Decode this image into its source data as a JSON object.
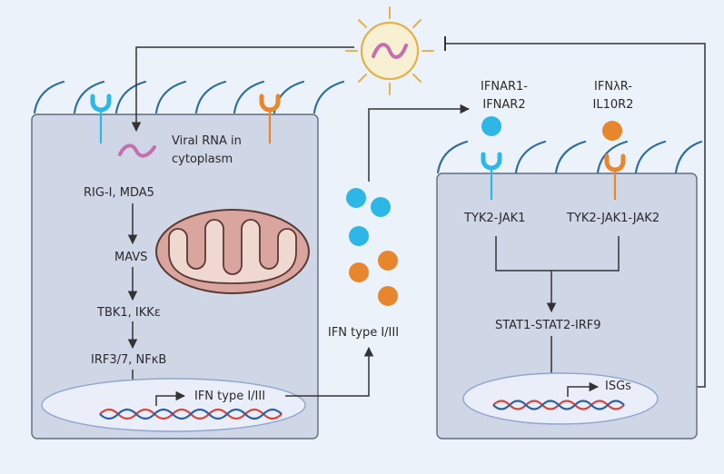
{
  "left_cell": {
    "viral_rna": "Viral RNA in cytoplasm",
    "pathway": [
      "RIG-I, MDA5",
      "MAVS",
      "TBK1, IKKε",
      "IRF3/7, NFκB"
    ],
    "nucleus_gene": "IFN type I/III"
  },
  "secreted_label": "IFN type I/III",
  "right_cell": {
    "receptor_1": "IFNAR1-IFNAR2",
    "receptor_2": "IFNλR-IL10R2",
    "kinase_1": "TYK2-JAK1",
    "kinase_2": "TYK2-JAK1-JAK2",
    "complex": "STAT1-STAT2-IRF9",
    "nucleus_gene": "ISGs"
  },
  "colors": {
    "background": "#ecf2fa",
    "cell_fill": "#cfd6e6",
    "cell_stroke": "#5f6b86",
    "nucleus_fill": "#e9eef8",
    "membrane_hair": "#2f6e9c",
    "ifn_type1": "#2cb7e6",
    "ifn_type3": "#e8862e",
    "mito_outer": "#d9a59e",
    "mito_inner": "#efd8d0",
    "virus_fill": "#f8f0d2",
    "rna": "#c66fb0",
    "dna_red": "#d6443c",
    "dna_blue": "#2b5fa3",
    "arrow": "#333333"
  }
}
